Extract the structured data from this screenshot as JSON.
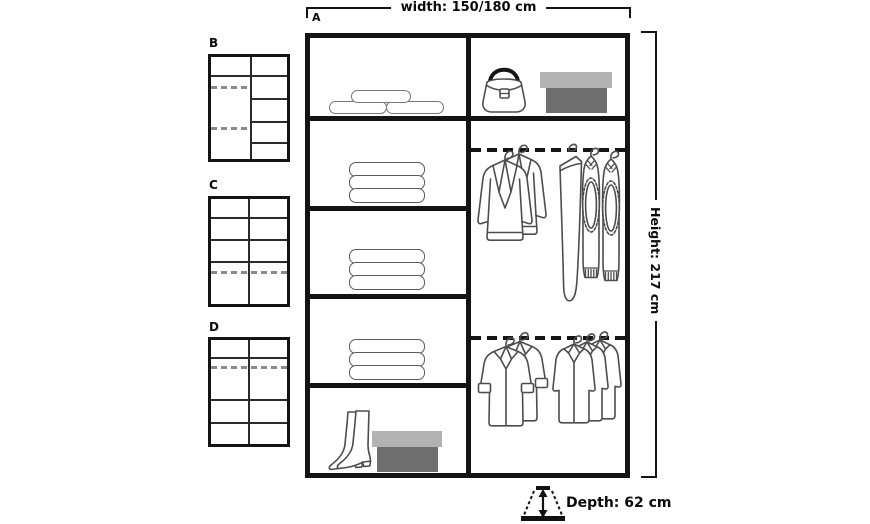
{
  "diagram": {
    "labels": {
      "width": "width: 150/180 cm",
      "height": "Height: 217 cm",
      "depth": "Depth: 62 cm"
    },
    "units": {
      "main": {
        "label": "A"
      },
      "variant_b": {
        "label": "B"
      },
      "variant_c": {
        "label": "C"
      },
      "variant_d": {
        "label": "D"
      }
    },
    "icons": {
      "duvet-stack-icon": "three rounded outline cushions stacked",
      "folded-clothes-icon": "stack of three rounded folded garments",
      "handbag-icon": "outline handbag with black arc handle and clasp",
      "storage-box-icon": "box with light gray lid and dark gray body",
      "boots-icon": "pair of tall boots outline",
      "shoe-box-icon": "box with light gray lid and dark gray body",
      "jacket-icon": "two blazers on hangers",
      "trousers-icon": "trousers folded over a hanger",
      "sweater-icon": "two sleeveless sweaters with oval rib pattern on hangers",
      "coat-icon": "two coats with cuffs on hangers",
      "shirt-icon": "three shirts on hangers",
      "hanging-rail": "thick dashed horizontal rail",
      "depth-arrow-icon": "vertical double-headed arrow between top and bottom bars with dashed perspective sides"
    },
    "colors": {
      "frame": "#141414",
      "inner_line": "#2b2b2b",
      "dashed_gray": "#8a8a8a",
      "clothing_outline": "#4d4d4d",
      "box_lid": "#b2b2b2",
      "box_body": "#6e6e6e",
      "background": "#ffffff"
    }
  }
}
